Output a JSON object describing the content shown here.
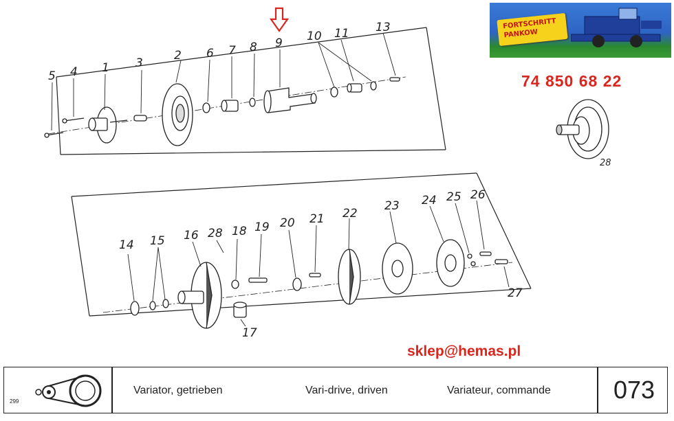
{
  "logo": {
    "brand_line1": "FORTSCHRITT",
    "brand_line2": "PANKOW"
  },
  "phone": "74 850 68 22",
  "email": "sklep@hemas.pl",
  "part_numbers": [
    "1",
    "2",
    "3",
    "4",
    "5",
    "6",
    "7",
    "8",
    "9",
    "10",
    "11",
    "13",
    "14",
    "15",
    "16",
    "17",
    "18",
    "19",
    "20",
    "21",
    "22",
    "23",
    "24",
    "25",
    "26",
    "27",
    "28",
    "28"
  ],
  "highlighted_part": "9",
  "footer": {
    "page_small": "299",
    "label_de": "Variator, getrieben",
    "label_en": "Vari-drive, driven",
    "label_fr": "Variateur, commande",
    "page_number": "073"
  },
  "colors": {
    "accent": "#d8261f",
    "line": "#222222"
  }
}
